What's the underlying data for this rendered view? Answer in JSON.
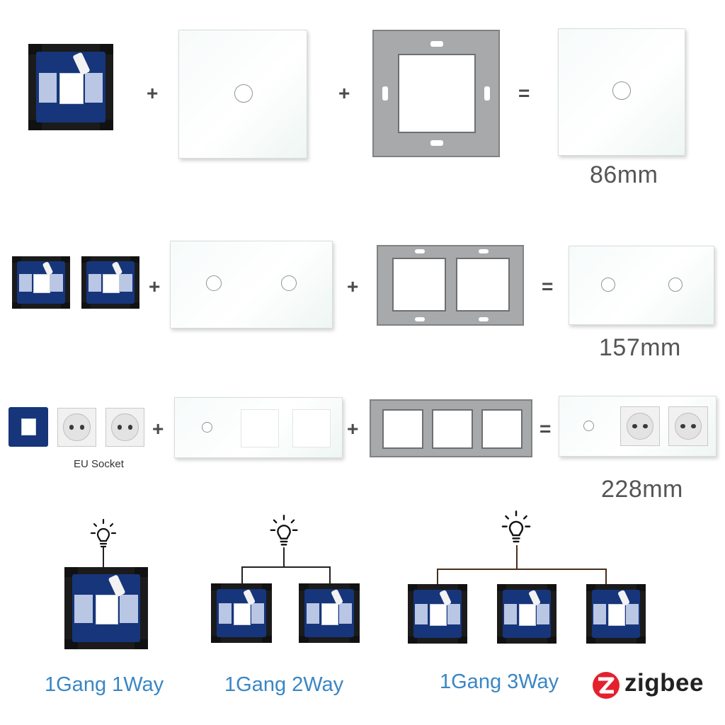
{
  "operators": {
    "plus": "+",
    "equals": "="
  },
  "row1": {
    "dimension": "86mm"
  },
  "row2": {
    "dimension": "157mm"
  },
  "row3": {
    "dimension": "228mm",
    "socket_caption": "EU Socket"
  },
  "wiring": {
    "one_way": "1Gang 1Way",
    "two_way": "1Gang 2Way",
    "three_way": "1Gang 3Way"
  },
  "brand": {
    "name": "zigbee",
    "color": "#e4202e"
  },
  "colors": {
    "label_blue": "#3a86c4",
    "pcb_blue": "#16357a",
    "frame_grey": "#a7a9ab"
  },
  "icons": [
    "lightbulb-icon",
    "zigbee-logo"
  ]
}
